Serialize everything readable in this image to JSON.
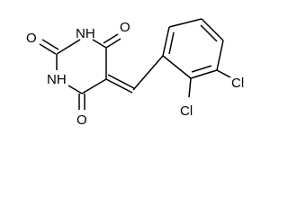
{
  "structure": {
    "atom_labels": {
      "o_top_left": "O",
      "nh_top": "NH",
      "o_top_right": "O",
      "nh_bottom": "NH",
      "o_bottom": "O",
      "cl_right": "Cl",
      "cl_bottom": "Cl"
    }
  }
}
